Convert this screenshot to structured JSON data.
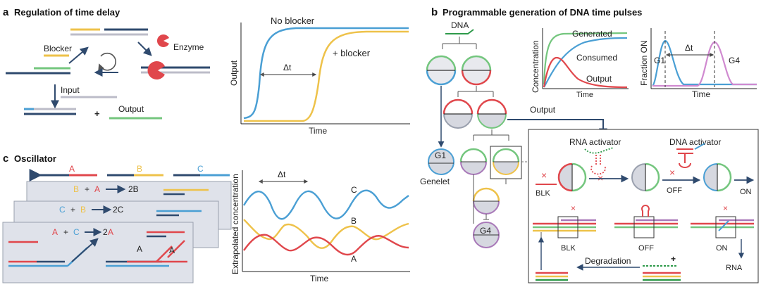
{
  "panel_a": {
    "letter": "a",
    "title": "Regulation of time delay",
    "blocker": "Blocker",
    "enzyme": "Enzyme",
    "input": "Input",
    "plus": "+",
    "output": "Output",
    "chart": {
      "ylabel": "Output",
      "xlabel": "Time",
      "no_blocker": "No blocker",
      "plus_blocker": "+ blocker",
      "delta_t": "Δt"
    }
  },
  "panel_b": {
    "letter": "b",
    "title": "Programmable generation of DNA time pulses",
    "dna": "DNA",
    "output": "Output",
    "g1": "G1",
    "g4": "G4",
    "genelet": "Genelet",
    "chart1": {
      "ylabel": "Concentration",
      "xlabel": "Time",
      "generated": "Generated",
      "consumed": "Consumed",
      "output": "Output"
    },
    "chart2": {
      "ylabel": "Fraction ON",
      "xlabel": "Time",
      "g1": "G1",
      "g4": "G4",
      "delta_t": "Δt"
    },
    "detail": {
      "rna_activator": "RNA activator",
      "dna_activator": "DNA activator",
      "blk": "BLK",
      "off": "OFF",
      "on": "ON",
      "degradation": "Degradation",
      "rna": "RNA",
      "plus": "+"
    }
  },
  "panel_c": {
    "letter": "c",
    "title": "Oscillator",
    "strand_a": "A",
    "strand_b": "B",
    "strand_c": "C",
    "r1_left": "B",
    "r1_plus": "+",
    "r1_right": "A",
    "r1_product": "2B",
    "r2_left": "C",
    "r2_plus": "+",
    "r2_right": "B",
    "r2_product": "2C",
    "r3_left": "A",
    "r3_plus": "+",
    "r3_right": "C",
    "r3_product_num": "2",
    "r3_product_sp": "A",
    "a_label1": "A",
    "a_label2": "A",
    "chart": {
      "ylabel": "Extrapolated concentration",
      "xlabel": "Time",
      "delta_t": "Δt",
      "c": "C",
      "b": "B",
      "a": "A"
    }
  },
  "colors": {
    "red": "#e0474c",
    "blue": "#4a9fd4",
    "yellow": "#eec24a",
    "green": "#74c67e",
    "navy": "#2f4a6e",
    "grey": "#bcbcc8",
    "purple": "#a878b8",
    "box": "#dfe2ea"
  }
}
